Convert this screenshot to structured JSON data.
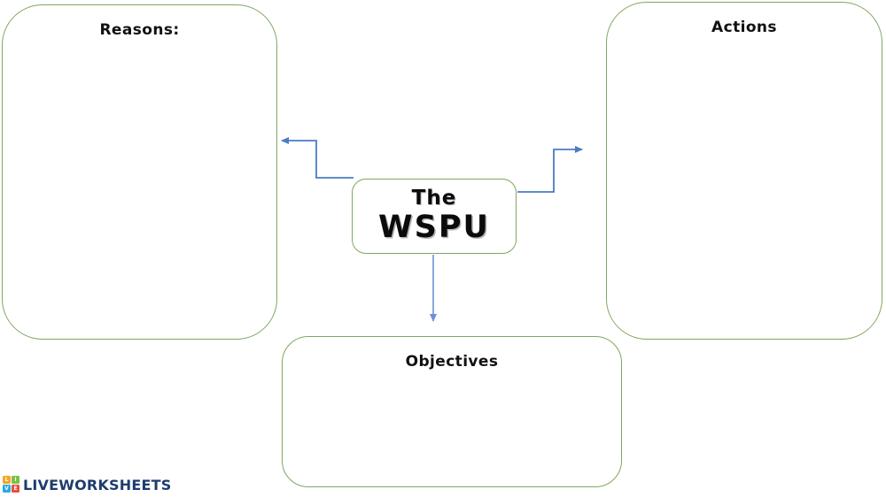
{
  "title": {
    "line1": "The",
    "line2": "WSPU"
  },
  "boxes": {
    "reasons": {
      "label": "Reasons:"
    },
    "actions": {
      "label": "Actions"
    },
    "objectives": {
      "label": "Objectives"
    }
  },
  "arrows": {
    "center_to_reasons": "elbow-arrow-left",
    "center_to_actions": "elbow-arrow-right",
    "center_to_objectives": "straight-arrow-down"
  },
  "colors": {
    "box_border_green": "#80a661",
    "arrow_blue": "#4a7bc4",
    "arrow_down_blue": "#6f8fd8",
    "brand_navy": "#1d3c6e",
    "logo_orange": "#f5a623",
    "logo_green": "#7ac143",
    "logo_blue": "#29abe2",
    "logo_red": "#e94f3d",
    "background": "#ffffff"
  },
  "footer": {
    "brand": "LIVEWORKSHEETS",
    "logo_letters": {
      "tl": "L",
      "tr": "I",
      "bl": "V",
      "br": "E"
    }
  }
}
